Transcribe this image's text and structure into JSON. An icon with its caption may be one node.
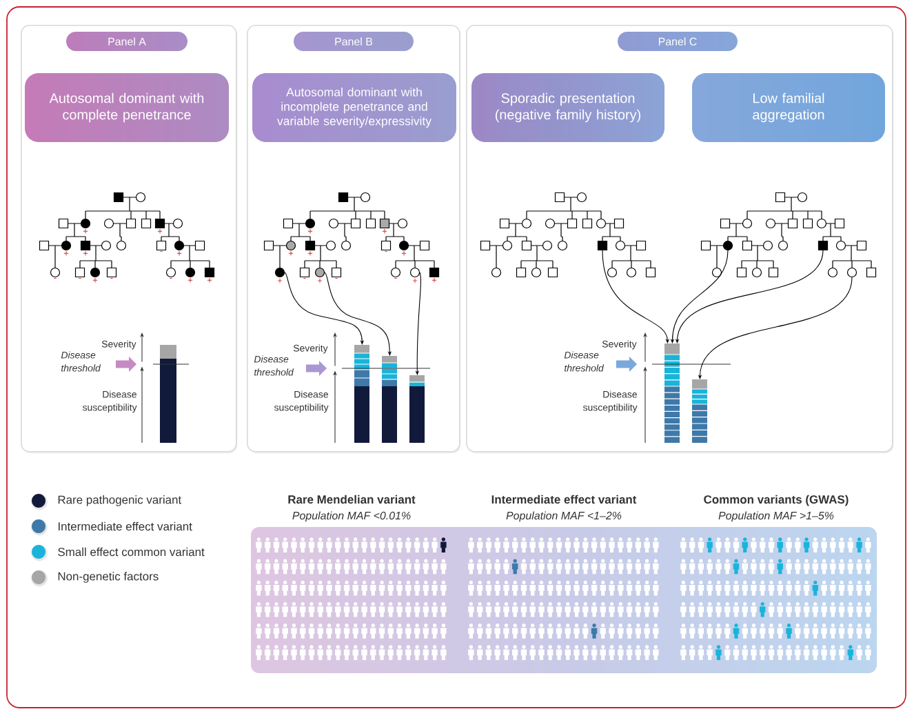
{
  "diagram": {
    "nodes": [
      {
        "text": [],
        "shape": "box"
      },
      {
        "text": [
          "Panel A"
        ],
        "in": 0
      },
      {
        "text": [
          "Autosomal dominant with complete penetrance"
        ],
        "in": 0
      },
      {
        "text": [],
        "shape": "box"
      },
      {
        "text": [
          "Panel B"
        ],
        "in": 3
      },
      {
        "text": [
          "Autosomal dominant with incomplete penetrance and variable severity/expressivity"
        ],
        "in": 3
      },
      {
        "text": [],
        "shape": "circle",
        "beside": [
          "+"
        ],
        "in": 3
      },
      {
        "text": [],
        "shape": "circle",
        "beside": [
          "+"
        ],
        "in": 3
      },
      {
        "text": [],
        "shape": "circle",
        "beside": [
          "+"
        ],
        "in": 3
      },
      {
        "text": [],
        "shape": "bar",
        "in": 3
      },
      {
        "text": [],
        "shape": "bar",
        "in": 3
      },
      {
        "text": [],
        "shape": "bar",
        "in": 3
      },
      {
        "text": [],
        "shape": "box"
      },
      {
        "text": [
          "Panel C"
        ],
        "in": 12
      },
      {
        "text": [
          "Sporadic presentation (negative family history)"
        ],
        "in": 12
      },
      {
        "text": [
          "Low familial aggregation"
        ],
        "in": 12
      },
      {
        "text": [],
        "shape": "box",
        "in": 12
      },
      {
        "text": [],
        "shape": "circle",
        "in": 12
      },
      {
        "text": [],
        "shape": "box",
        "in": 12
      },
      {
        "text": [],
        "shape": "circle",
        "in": 12
      },
      {
        "text": [],
        "shape": "bar",
        "in": 12
      },
      {
        "text": [],
        "shape": "bar",
        "in": 12
      }
    ],
    "edges": [
      {
        "from": 6,
        "to": 9,
        "arrow": "to"
      },
      {
        "from": 7,
        "to": 10,
        "arrow": "to"
      },
      {
        "from": 8,
        "to": 11,
        "arrow": "to"
      },
      {
        "from": 16,
        "to": 20,
        "arrow": "to"
      },
      {
        "from": 17,
        "to": 20,
        "arrow": "to"
      },
      {
        "from": 18,
        "to": 20,
        "arrow": "to"
      },
      {
        "from": 19,
        "to": 21,
        "arrow": "to"
      }
    ],
    "labels": [
      "+",
      "+",
      "+",
      "+",
      "-",
      "+",
      "-",
      "-",
      "+",
      "-",
      "-",
      "+",
      "+",
      "Severity",
      "Disease threshold",
      "Disease susceptibility",
      "+",
      "+",
      "+",
      "+",
      "-",
      "+",
      "-",
      "-",
      "-",
      "+",
      "Severity",
      "Disease threshold",
      "Disease susceptibility",
      "Severity",
      "Disease threshold",
      "Disease susceptibility",
      "Rare Mendelian variant",
      "Population MAF <0.01%",
      "Intermediate effect variant",
      "Population MAF <1–2%",
      "Common variants (GWAS)",
      "Population MAF >1–5%"
    ],
    "legend": [
      {
        "text": "Rare pathogenic variant",
        "color": "#121a3b"
      },
      {
        "text": "Intermediate effect variant",
        "color": "#3e79a9"
      },
      {
        "text": "Small effect common variant",
        "color": "#1ab4da"
      },
      {
        "text": "Non-genetic factors",
        "color": "#a6a6a6"
      }
    ]
  }
}
